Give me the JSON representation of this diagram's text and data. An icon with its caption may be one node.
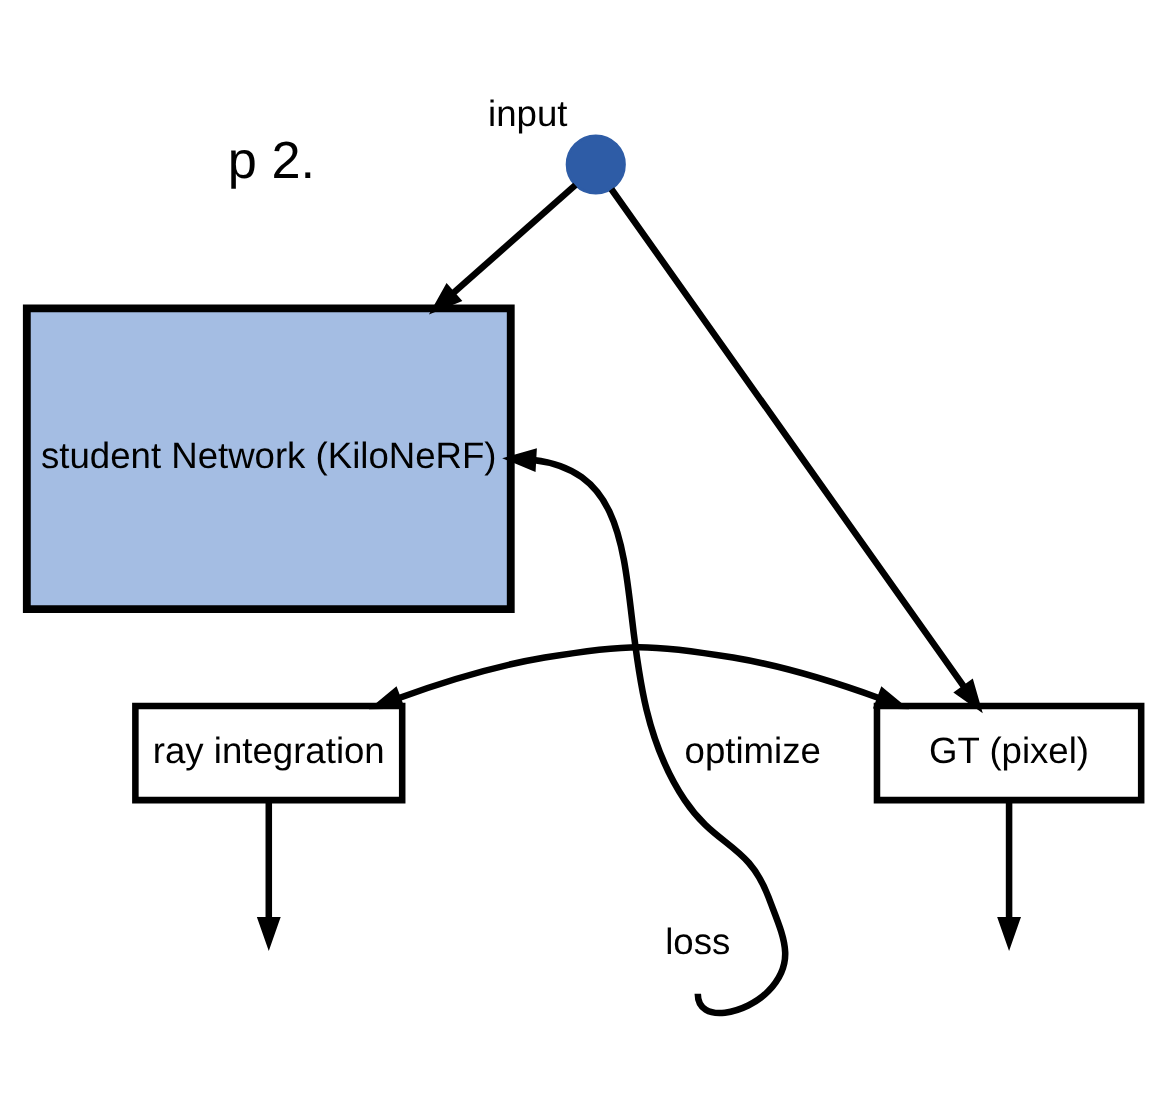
{
  "diagram": {
    "nodes": [
      {
        "text": [],
        "shape": "circle",
        "beside": [
          "input"
        ]
      },
      {
        "text": [
          "student Network (KiloNeRF)"
        ]
      },
      {
        "text": [
          "GT (pixel)"
        ]
      },
      {
        "text": [
          "ray integration"
        ]
      },
      {
        "text": [
          "loss"
        ]
      }
    ],
    "edges": [
      {
        "from": 0,
        "to": 1,
        "arrow": "to"
      },
      {
        "from": 0,
        "to": 2,
        "arrow": "to"
      },
      {
        "from": 2,
        "to": null,
        "arrow": "to"
      },
      {
        "from": 3,
        "to": null,
        "arrow": "to"
      },
      {
        "from": 2,
        "to": 3,
        "arrow": "both"
      },
      {
        "from": 4,
        "to": 1,
        "arrow": "to",
        "label": "optimize"
      }
    ],
    "labels": [
      "p 2."
    ]
  }
}
